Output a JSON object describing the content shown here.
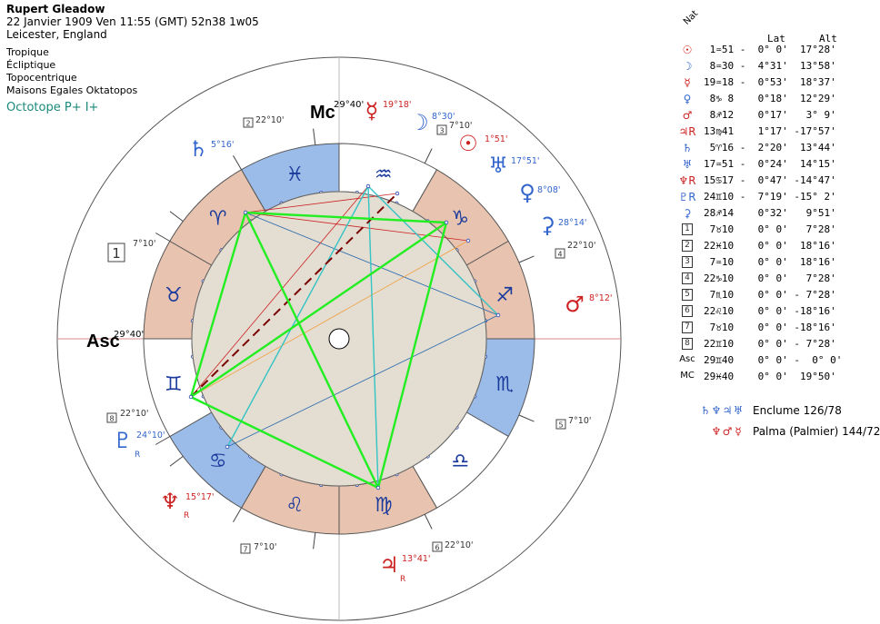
{
  "header": {
    "name": "Rupert Gleadow",
    "datetime": "22 Janvier 1909  Ven  11:55 (GMT) 52n38  1w05",
    "place": "Leicester, England",
    "settings": [
      "Tropique",
      "Écliptique",
      "Topocentrique",
      "Maisons Egales Oktatopos"
    ],
    "chart_title": "Octotope P+ I+"
  },
  "colors": {
    "fire": "#e8c4b0",
    "earth": "#e8c4b0",
    "air": "#ffffff",
    "water": "#9bbbe8",
    "cardinal_fill": "#e0d8cc",
    "aspect_green": "#22ee22",
    "aspect_cyan": "#33c4c4",
    "aspect_orange": "#f0a040",
    "aspect_red": "#cc2222",
    "aspect_blue": "#2266aa",
    "dashed": "#7a0000"
  },
  "table": {
    "col_lat": "Lat",
    "col_alt": "Alt",
    "nat_label": "Nat",
    "rows": [
      {
        "sym": "☉",
        "color": "#cc2222",
        "house": false,
        "text": " 1♒51 -  0° 0'  17°28'"
      },
      {
        "sym": "☽",
        "color": "#3366cc",
        "house": false,
        "text": " 8♒30 -  4°31'  13°58'"
      },
      {
        "sym": "☿",
        "color": "#cc2222",
        "house": false,
        "text": "19♒18 -  0°53'  18°37'"
      },
      {
        "sym": "♀",
        "color": "#3366cc",
        "house": false,
        "text": " 8♑ 8    0°18'  12°29'"
      },
      {
        "sym": "♂",
        "color": "#cc2222",
        "house": false,
        "text": " 8♐12    0°17'   3° 9'"
      },
      {
        "sym": "♃R",
        "color": "#cc2222",
        "house": false,
        "text": "13♍41    1°17' -17°57'"
      },
      {
        "sym": "♄",
        "color": "#3366cc",
        "house": false,
        "text": " 5♈16 -  2°20'  13°44'"
      },
      {
        "sym": "♅",
        "color": "#3366cc",
        "house": false,
        "text": "17♒51 -  0°24'  14°15'"
      },
      {
        "sym": "♆R",
        "color": "#cc2222",
        "house": false,
        "text": "15♋17 -  0°47' -14°47'"
      },
      {
        "sym": "♇R",
        "color": "#3366cc",
        "house": false,
        "text": "24♊10 -  7°19' -15° 2'"
      },
      {
        "sym": "⚳",
        "color": "#3366cc",
        "house": false,
        "text": "28♐14    0°32'   9°51'"
      },
      {
        "sym": "1",
        "color": "#333333",
        "house": true,
        "text": " 7♉10    0° 0'   7°28'"
      },
      {
        "sym": "2",
        "color": "#333333",
        "house": true,
        "text": "22♓10    0° 0'  18°16'"
      },
      {
        "sym": "3",
        "color": "#333333",
        "house": true,
        "text": " 7♒10    0° 0'  18°16'"
      },
      {
        "sym": "4",
        "color": "#333333",
        "house": true,
        "text": "22♑10    0° 0'   7°28'"
      },
      {
        "sym": "5",
        "color": "#333333",
        "house": true,
        "text": " 7♏10    0° 0' - 7°28'"
      },
      {
        "sym": "6",
        "color": "#333333",
        "house": true,
        "text": "22♌10    0° 0' -18°16'"
      },
      {
        "sym": "7",
        "color": "#333333",
        "house": true,
        "text": " 7♉10    0° 0' -18°16'"
      },
      {
        "sym": "8",
        "color": "#333333",
        "house": true,
        "text": "22♊10    0° 0' - 7°28'"
      },
      {
        "sym": "Asc",
        "color": "#000000",
        "house": false,
        "text": "29♊40    0° 0' -  0° 0'"
      },
      {
        "sym": "MC",
        "color": "#000000",
        "house": false,
        "text": "29♓40    0° 0'  19°50'"
      }
    ]
  },
  "patterns": [
    {
      "glyphs": [
        "♄",
        "♆",
        "♃",
        "♅"
      ],
      "glyph_color": "#3366cc",
      "label": "Enclume 126/78"
    },
    {
      "glyphs": [
        "♆",
        "♂",
        "☿"
      ],
      "glyph_color": "#cc2222",
      "label": "Palma (Palmier) 144/72"
    }
  ],
  "chart_data": {
    "type": "astrological-wheel",
    "signs": [
      "♓",
      "♒",
      "♑",
      "♐",
      "♏",
      "♎",
      "♍",
      "♌",
      "♋",
      "♊",
      "♉",
      "♈"
    ],
    "angles": {
      "asc": "29°40'",
      "mc": "29°40'",
      "asc_label": "Asc",
      "mc_label": "Mc"
    },
    "planets": [
      {
        "name": "Mercury",
        "glyph": "☿",
        "pos": "19°18'",
        "color": "#cc2222",
        "retro": ""
      },
      {
        "name": "Moon",
        "glyph": "☽",
        "pos": "8°30'",
        "color": "#3366cc",
        "retro": ""
      },
      {
        "name": "Sun",
        "glyph": "☉",
        "pos": "1°51'",
        "color": "#cc2222",
        "retro": ""
      },
      {
        "name": "Uranus",
        "glyph": "♅",
        "pos": "17°51'",
        "color": "#3366cc",
        "retro": ""
      },
      {
        "name": "Venus",
        "glyph": "♀",
        "pos": "8°08'",
        "color": "#3366cc",
        "retro": ""
      },
      {
        "name": "Ceres",
        "glyph": "⚳",
        "pos": "28°14'",
        "color": "#3366cc",
        "retro": ""
      },
      {
        "name": "Mars",
        "glyph": "♂",
        "pos": "8°12'",
        "color": "#cc2222",
        "retro": ""
      },
      {
        "name": "Jupiter",
        "glyph": "♃",
        "pos": "13°41'",
        "color": "#cc2222",
        "retro": "R"
      },
      {
        "name": "Neptune",
        "glyph": "♆",
        "pos": "15°17'",
        "color": "#cc2222",
        "retro": "R"
      },
      {
        "name": "Pluto",
        "glyph": "♇",
        "pos": "24°10'",
        "color": "#3366cc",
        "retro": "R"
      },
      {
        "name": "Saturn",
        "glyph": "♄",
        "pos": "5°16'",
        "color": "#3366cc",
        "retro": ""
      }
    ],
    "houses": [
      {
        "num": "1",
        "pos": "7°10'"
      },
      {
        "num": "2",
        "pos": "22°10'"
      },
      {
        "num": "3",
        "pos": "7°10'"
      },
      {
        "num": "4",
        "pos": "22°10'"
      },
      {
        "num": "5",
        "pos": "7°10'"
      },
      {
        "num": "6",
        "pos": "22°10'"
      },
      {
        "num": "7",
        "pos": "7°10'"
      },
      {
        "num": "8",
        "pos": "22°10'"
      }
    ]
  }
}
